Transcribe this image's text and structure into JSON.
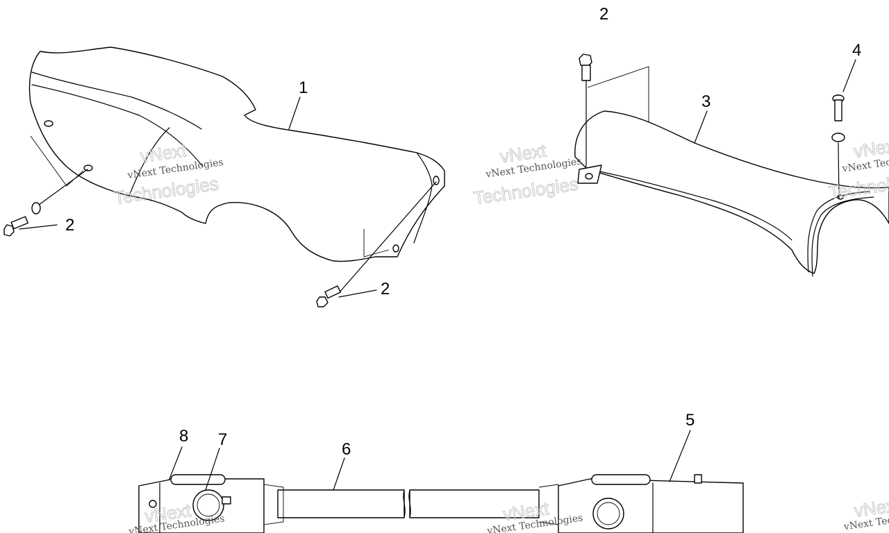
{
  "callouts": {
    "c1": "1",
    "c2a": "2",
    "c2b": "2",
    "c2c": "2",
    "c3": "3",
    "c4": "4",
    "c5": "5",
    "c6": "6",
    "c7": "7",
    "c8": "8"
  },
  "watermark": {
    "small": "vNext Technologies",
    "brand": "vNext",
    "word": "Technologies"
  }
}
